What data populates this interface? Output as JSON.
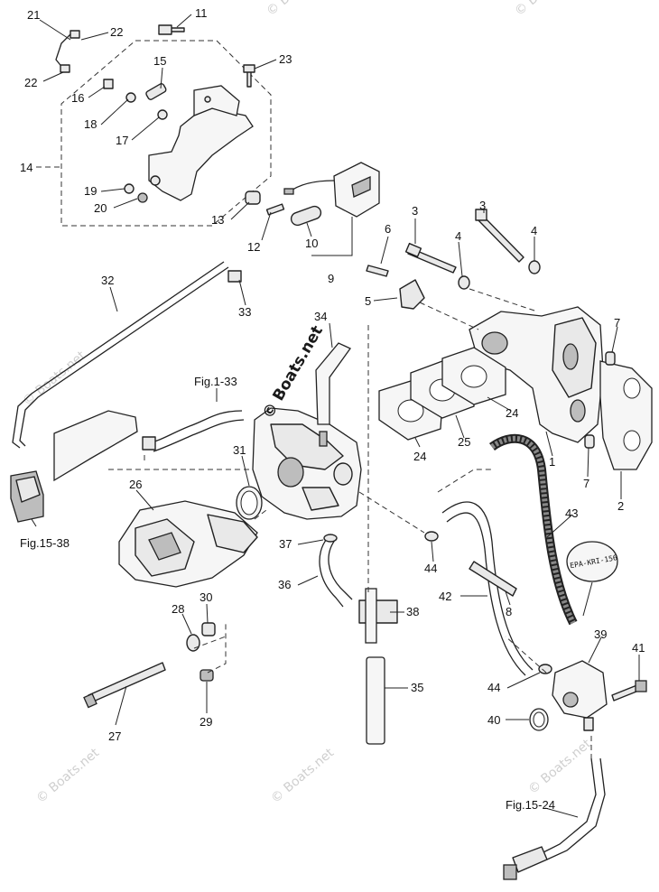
{
  "callouts": [
    {
      "id": "1",
      "text": "1"
    },
    {
      "id": "2",
      "text": "2"
    },
    {
      "id": "3a",
      "text": "3"
    },
    {
      "id": "3b",
      "text": "3"
    },
    {
      "id": "4a",
      "text": "4"
    },
    {
      "id": "4b",
      "text": "4"
    },
    {
      "id": "5",
      "text": "5"
    },
    {
      "id": "6",
      "text": "6"
    },
    {
      "id": "7a",
      "text": "7"
    },
    {
      "id": "7b",
      "text": "7"
    },
    {
      "id": "8",
      "text": "8"
    },
    {
      "id": "9",
      "text": "9"
    },
    {
      "id": "10",
      "text": "10"
    },
    {
      "id": "11",
      "text": "11"
    },
    {
      "id": "12",
      "text": "12"
    },
    {
      "id": "13",
      "text": "13"
    },
    {
      "id": "14",
      "text": "14"
    },
    {
      "id": "15",
      "text": "15"
    },
    {
      "id": "16",
      "text": "16"
    },
    {
      "id": "17",
      "text": "17"
    },
    {
      "id": "18",
      "text": "18"
    },
    {
      "id": "19",
      "text": "19"
    },
    {
      "id": "20",
      "text": "20"
    },
    {
      "id": "21",
      "text": "21"
    },
    {
      "id": "22a",
      "text": "22"
    },
    {
      "id": "22b",
      "text": "22"
    },
    {
      "id": "23",
      "text": "23"
    },
    {
      "id": "24a",
      "text": "24"
    },
    {
      "id": "24b",
      "text": "24"
    },
    {
      "id": "25",
      "text": "25"
    },
    {
      "id": "26",
      "text": "26"
    },
    {
      "id": "27",
      "text": "27"
    },
    {
      "id": "28",
      "text": "28"
    },
    {
      "id": "29",
      "text": "29"
    },
    {
      "id": "30",
      "text": "30"
    },
    {
      "id": "31",
      "text": "31"
    },
    {
      "id": "32",
      "text": "32"
    },
    {
      "id": "33",
      "text": "33"
    },
    {
      "id": "34",
      "text": "34"
    },
    {
      "id": "35",
      "text": "35"
    },
    {
      "id": "36",
      "text": "36"
    },
    {
      "id": "37",
      "text": "37"
    },
    {
      "id": "38",
      "text": "38"
    },
    {
      "id": "39",
      "text": "39"
    },
    {
      "id": "40",
      "text": "40"
    },
    {
      "id": "41",
      "text": "41"
    },
    {
      "id": "42",
      "text": "42"
    },
    {
      "id": "43",
      "text": "43"
    },
    {
      "id": "44a",
      "text": "44"
    },
    {
      "id": "44b",
      "text": "44"
    }
  ],
  "figure_refs": {
    "fig_1_33": "Fig.1-33",
    "fig_15_38": "Fig.15-38",
    "fig_15_24": "Fig.15-24"
  },
  "emission_tag": "EPA-KRI-156",
  "watermark": {
    "main": "© Boats.net",
    "faint": "© Boats.net"
  }
}
